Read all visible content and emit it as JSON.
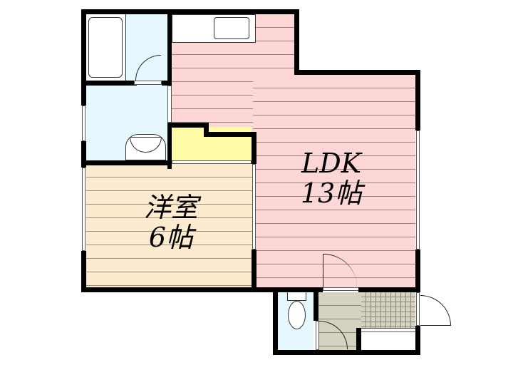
{
  "floorplan": {
    "rooms": [
      {
        "id": "ldk",
        "name": "LDK",
        "size": "13帖",
        "color": "#fdd6d6"
      },
      {
        "id": "western",
        "name": "洋室",
        "size": "6帖",
        "color": "#fdebd0"
      },
      {
        "id": "closet",
        "name": "",
        "color": "#fefca6"
      },
      {
        "id": "bath",
        "name": "",
        "color": "#e6f7fd"
      },
      {
        "id": "washroom",
        "name": "",
        "color": "#e6f7fd"
      },
      {
        "id": "toilet",
        "name": "",
        "color": "#e6f7fd"
      },
      {
        "id": "hallway",
        "name": "",
        "color": "#d6d2c2"
      },
      {
        "id": "entrance",
        "name": "",
        "color": "#d6d2c2"
      }
    ],
    "labels": {
      "ldk_name": "LDK",
      "ldk_size": "13帖",
      "western_name": "洋室",
      "western_size": "6帖"
    }
  }
}
